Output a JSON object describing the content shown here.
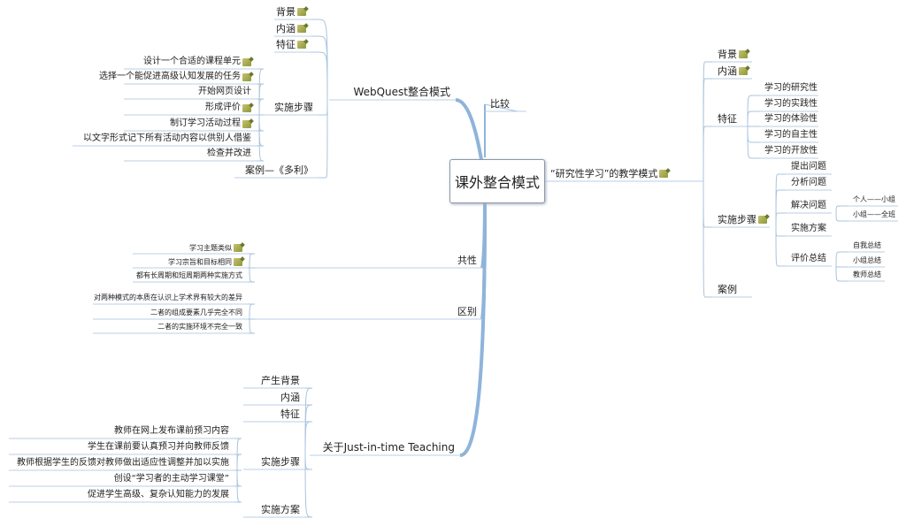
{
  "center": "课外整合模式",
  "compare": "比较",
  "webquest": {
    "label": "WebQuest整合模式",
    "background": "背景",
    "connotation": "内涵",
    "features": "特征",
    "steps": {
      "label": "实施步骤",
      "items": [
        "设计一个合适的课程单元",
        "选择一个能促进高级认知发展的任务",
        "开始网页设计",
        "形成评价",
        "制订学习活动过程",
        "以文字形式记下所有活动内容以供别人借鉴",
        "检查并改进"
      ]
    },
    "case": "案例—《多利》"
  },
  "common": {
    "label": "共性",
    "items": [
      "学习主题类似",
      "学习宗旨和目标相同",
      "都有长周期和短周期两种实施方式"
    ]
  },
  "difference": {
    "label": "区别",
    "items": [
      "对两种模式的本质在认识上学术界有较大的差异",
      "二者的组成要素几乎完全不同",
      "二者的实施环境不完全一致"
    ]
  },
  "jitt": {
    "label": "关于Just-in-time Teaching",
    "background": "产生背景",
    "connotation": "内涵",
    "features": "特征",
    "steps": {
      "label": "实施步骤",
      "items": [
        "教师在网上发布课前预习内容",
        "学生在课前要认真预习并向教师反馈",
        "教师根据学生的反馈对教师做出适应性调整并加以实施",
        "创设“学习者的主动学习课堂”",
        "促进学生高级、复杂认知能力的发展"
      ]
    },
    "plan": "实施方案"
  },
  "research": {
    "label": "“研究性学习”的教学模式",
    "background": "背景",
    "connotation": "内涵",
    "features": {
      "label": "特征",
      "items": [
        "学习的研究性",
        "学习的实践性",
        "学习的体验性",
        "学习的自主性",
        "学习的开放性"
      ]
    },
    "steps": {
      "label": "实施步骤",
      "raise": "提出问题",
      "analyze": "分析问题",
      "solve": {
        "label": "解决问题",
        "items": [
          "个人——小组",
          "小组——全班"
        ]
      },
      "plan": "实施方案",
      "evaluate": {
        "label": "评价总结",
        "items": [
          "自我总结",
          "小组总结",
          "教师总结"
        ]
      }
    },
    "case": "案例"
  },
  "colors": {
    "line": "#a9c4de",
    "trunk": "#8fb4da"
  }
}
